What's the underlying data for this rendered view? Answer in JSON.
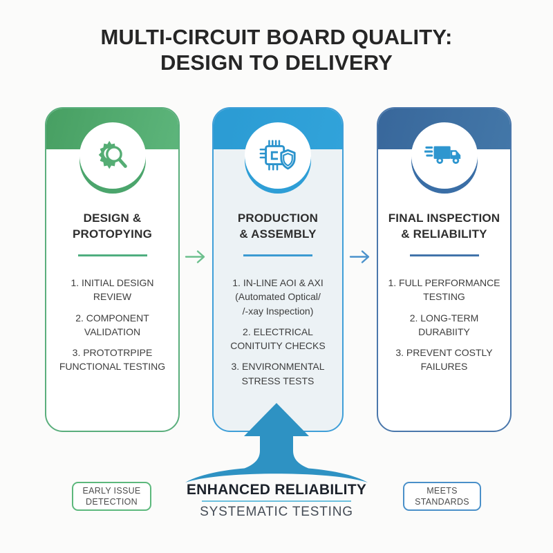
{
  "page": {
    "background": "#fbfbfa"
  },
  "title": "MULTI-CIRCUIT BOARD QUALITY:\nDESIGN TO DELIVERY",
  "cards": [
    {
      "title": "DESIGN &\nPROTOPYING",
      "icon": "gear-magnifier-icon",
      "items": [
        "1. INITIAL DESIGN REVIEW",
        "2. COMPONENT VALIDATION",
        "3. PROTOTRPIPE\nFUNCTIONAL TESTING"
      ],
      "theme": {
        "header_from": "#479f62",
        "header_to": "#5db57b",
        "border": "#5aae7c",
        "ring": "#4ba56c",
        "divider": "#4fae7f",
        "body_bg": "#ffffff",
        "icon": "#55ad74"
      }
    },
    {
      "title": "PRODUCTION\n& ASSEMBLY",
      "icon": "chip-shield-icon",
      "items": [
        "1. IN-LINE AOI & AXI\n(Automated Optical/\n/-xay Inspection)",
        "2. ELECTRICAL CONITUITY CHECKS",
        "3. ENVIRONMENTAL STRESS TESTS"
      ],
      "theme": {
        "header_from": "#2b9bd3",
        "header_to": "#31a3da",
        "border": "#3f9fd8",
        "ring": "#2e9ed6",
        "divider": "#3b9ad1",
        "body_bg": "#ecf2f5",
        "icon": "#2b93cc"
      }
    },
    {
      "title": "FINAL INSPECTION\n& RELIABILITY",
      "icon": "delivery-truck-icon",
      "items": [
        "1. FULL PERFORMANCE TESTING",
        "2. LONG-TERM DURABIITY",
        "3. PREVENT COSTLY FAILURES"
      ],
      "theme": {
        "header_from": "#38679b",
        "header_to": "#4377a8",
        "border": "#4a77ab",
        "ring": "#3a6ea6",
        "divider": "#4173aa",
        "body_bg": "#ffffff",
        "icon": "#2e96cf"
      }
    }
  ],
  "connectors": [
    {
      "icon": "right-arrow-icon",
      "color": "#6cc08d"
    },
    {
      "icon": "right-arrow-icon",
      "color": "#4b92cc"
    }
  ],
  "footer": {
    "flow_arrow_icon": "up-arrow-swoosh-icon",
    "flow_arrow_color": "#2e92c3",
    "headline": "ENHANCED RELIABILITY",
    "underline_color": "#6cc0de",
    "subheadline": "SYSTEMATIC TESTING",
    "left_badge": {
      "label": "EARLY ISSUE\nDETECTION",
      "border": "#5cb87c"
    },
    "right_badge": {
      "label": "MEETS\nSTANDARDS",
      "border": "#4a90c9"
    }
  }
}
